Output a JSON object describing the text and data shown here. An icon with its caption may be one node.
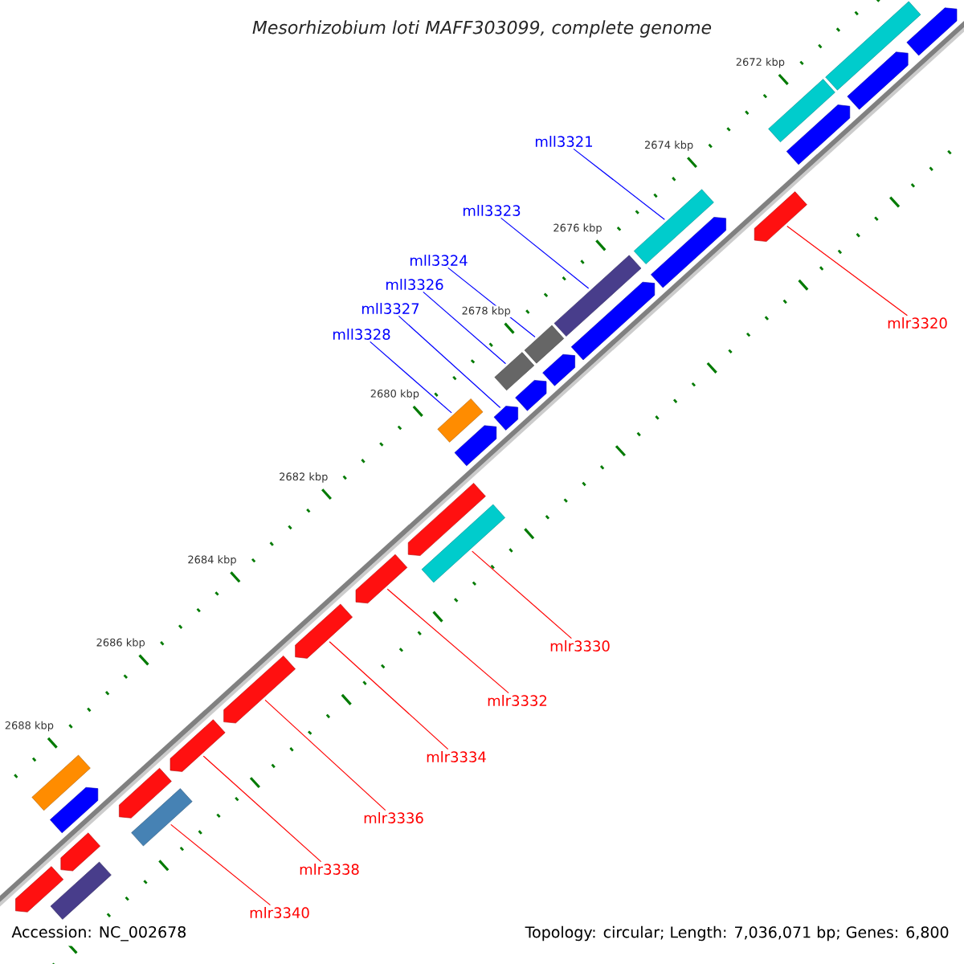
{
  "diagram": {
    "title": "Mesorhizobium loti MAFF303099, complete genome",
    "nodes": [
      {
        "text": [
          "mll3321"
        ]
      },
      {
        "text": [
          "mll3323"
        ]
      },
      {
        "text": [
          "mll3324"
        ]
      },
      {
        "text": [
          "mll3326"
        ]
      },
      {
        "text": [
          "mll3327"
        ]
      },
      {
        "text": [
          "mlr3320"
        ]
      },
      {
        "text": [
          "mll3328"
        ]
      },
      {
        "text": [
          "mlr3330"
        ]
      },
      {
        "text": [
          "mlr3332"
        ]
      },
      {
        "text": [
          "mlr3334"
        ]
      },
      {
        "text": [
          "mlr3336"
        ]
      },
      {
        "text": [
          "mlr3338"
        ]
      },
      {
        "text": [
          "mlr3340"
        ]
      },
      {
        "text": [],
        "shape": "box"
      },
      {
        "text": [],
        "shape": "box"
      },
      {
        "text": [],
        "shape": "box"
      },
      {
        "text": [],
        "shape": "box"
      },
      {
        "text": [],
        "shape": "arrow"
      },
      {
        "text": [],
        "shape": "arrow"
      },
      {
        "text": [],
        "shape": "box"
      },
      {
        "text": [],
        "shape": "box"
      },
      {
        "text": [],
        "shape": "arrow"
      },
      {
        "text": [],
        "shape": "arrow"
      },
      {
        "text": [],
        "shape": "arrow"
      },
      {
        "text": [],
        "shape": "arrow"
      },
      {
        "text": [],
        "shape": "box"
      },
      {
        "text": [],
        "shape": "box"
      },
      {
        "text": [],
        "shape": "box"
      },
      {
        "text": [],
        "shape": "box"
      },
      {
        "text": [],
        "shape": "arrow"
      },
      {
        "text": [],
        "shape": "arrow"
      },
      {
        "text": [],
        "shape": "arrow"
      },
      {
        "text": [],
        "shape": "arrow"
      },
      {
        "text": [],
        "shape": "arrow"
      },
      {
        "text": [],
        "shape": "arrow"
      },
      {
        "text": [],
        "shape": "arrow"
      },
      {
        "text": [],
        "shape": "arrow"
      },
      {
        "text": [],
        "shape": "arrow"
      },
      {
        "text": [],
        "shape": "arrow"
      },
      {
        "text": [],
        "shape": "arrow"
      },
      {
        "text": [],
        "shape": "arrow"
      },
      {
        "text": [],
        "shape": "arrow"
      },
      {
        "text": [],
        "shape": "box"
      }
    ],
    "edges": [
      {
        "from": 0,
        "to": 13,
        "arrow": "none",
        "color": "#0000ff"
      },
      {
        "from": 1,
        "to": 14,
        "arrow": "none",
        "color": "#0000ff"
      },
      {
        "from": 2,
        "to": 15,
        "arrow": "none",
        "color": "#0000ff"
      },
      {
        "from": 3,
        "to": 16,
        "arrow": "none",
        "color": "#0000ff"
      },
      {
        "from": 4,
        "to": 17,
        "arrow": "none",
        "color": "#0000ff"
      },
      {
        "from": 5,
        "to": 18,
        "arrow": "none",
        "color": "#ff0000"
      },
      {
        "from": 6,
        "to": 19,
        "arrow": "none",
        "color": "#0000ff"
      },
      {
        "from": 7,
        "to": 20,
        "arrow": "none",
        "color": "#ff0000"
      },
      {
        "from": 8,
        "to": 21,
        "arrow": "none",
        "color": "#ff0000"
      },
      {
        "from": 9,
        "to": 22,
        "arrow": "none",
        "color": "#ff0000"
      },
      {
        "from": 10,
        "to": 23,
        "arrow": "none",
        "color": "#ff0000"
      },
      {
        "from": 11,
        "to": 24,
        "arrow": "none",
        "color": "#ff0000"
      },
      {
        "from": 12,
        "to": 25,
        "arrow": "none",
        "color": "#ff0000"
      }
    ],
    "labels": [
      "2672 kbp",
      "2674 kbp",
      "2676 kbp",
      "2678 kbp",
      "2680 kbp",
      "2682 kbp",
      "2684 kbp",
      "2686 kbp",
      "2688 kbp",
      "Accession: NC_002678",
      "Topology: circular; Length: 7,036,071 bp; Genes: 6,800"
    ]
  }
}
